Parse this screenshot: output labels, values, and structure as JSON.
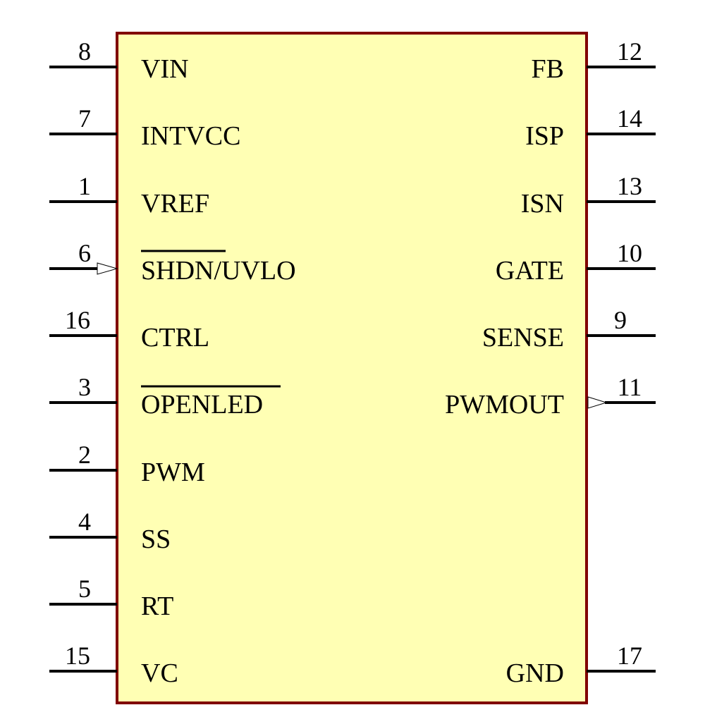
{
  "component": {
    "body_fill": "#ffffb4",
    "body_stroke": "#800000",
    "pin_color": "#000000"
  },
  "left_pins": [
    {
      "number": "8",
      "name": "VIN",
      "overbar": "",
      "rest": "VIN",
      "arrow": false
    },
    {
      "number": "7",
      "name": "INTVCC",
      "overbar": "",
      "rest": "INTVCC",
      "arrow": false
    },
    {
      "number": "1",
      "name": "VREF",
      "overbar": "",
      "rest": "VREF",
      "arrow": false
    },
    {
      "number": "6",
      "name": "SHDN/UVLO",
      "overbar": "SHDN",
      "rest": "/UVLO",
      "arrow": true
    },
    {
      "number": "16",
      "name": "CTRL",
      "overbar": "",
      "rest": "CTRL",
      "arrow": false
    },
    {
      "number": "3",
      "name": "OPENLED",
      "overbar": "OPENLED",
      "rest": "",
      "arrow": false
    },
    {
      "number": "2",
      "name": "PWM",
      "overbar": "",
      "rest": "PWM",
      "arrow": false
    },
    {
      "number": "4",
      "name": "SS",
      "overbar": "",
      "rest": "SS",
      "arrow": false
    },
    {
      "number": "5",
      "name": "RT",
      "overbar": "",
      "rest": "RT",
      "arrow": false
    },
    {
      "number": "15",
      "name": "VC",
      "overbar": "",
      "rest": "VC",
      "arrow": false
    }
  ],
  "right_pins": [
    {
      "number": "12",
      "name": "FB",
      "arrow": false
    },
    {
      "number": "14",
      "name": "ISP",
      "arrow": false
    },
    {
      "number": "13",
      "name": "ISN",
      "arrow": false
    },
    {
      "number": "10",
      "name": "GATE",
      "arrow": false
    },
    {
      "number": "9",
      "name": "SENSE",
      "arrow": false
    },
    {
      "number": "11",
      "name": "PWMOUT",
      "arrow": true
    },
    {
      "number": "17",
      "name": "GND",
      "arrow": false
    }
  ]
}
